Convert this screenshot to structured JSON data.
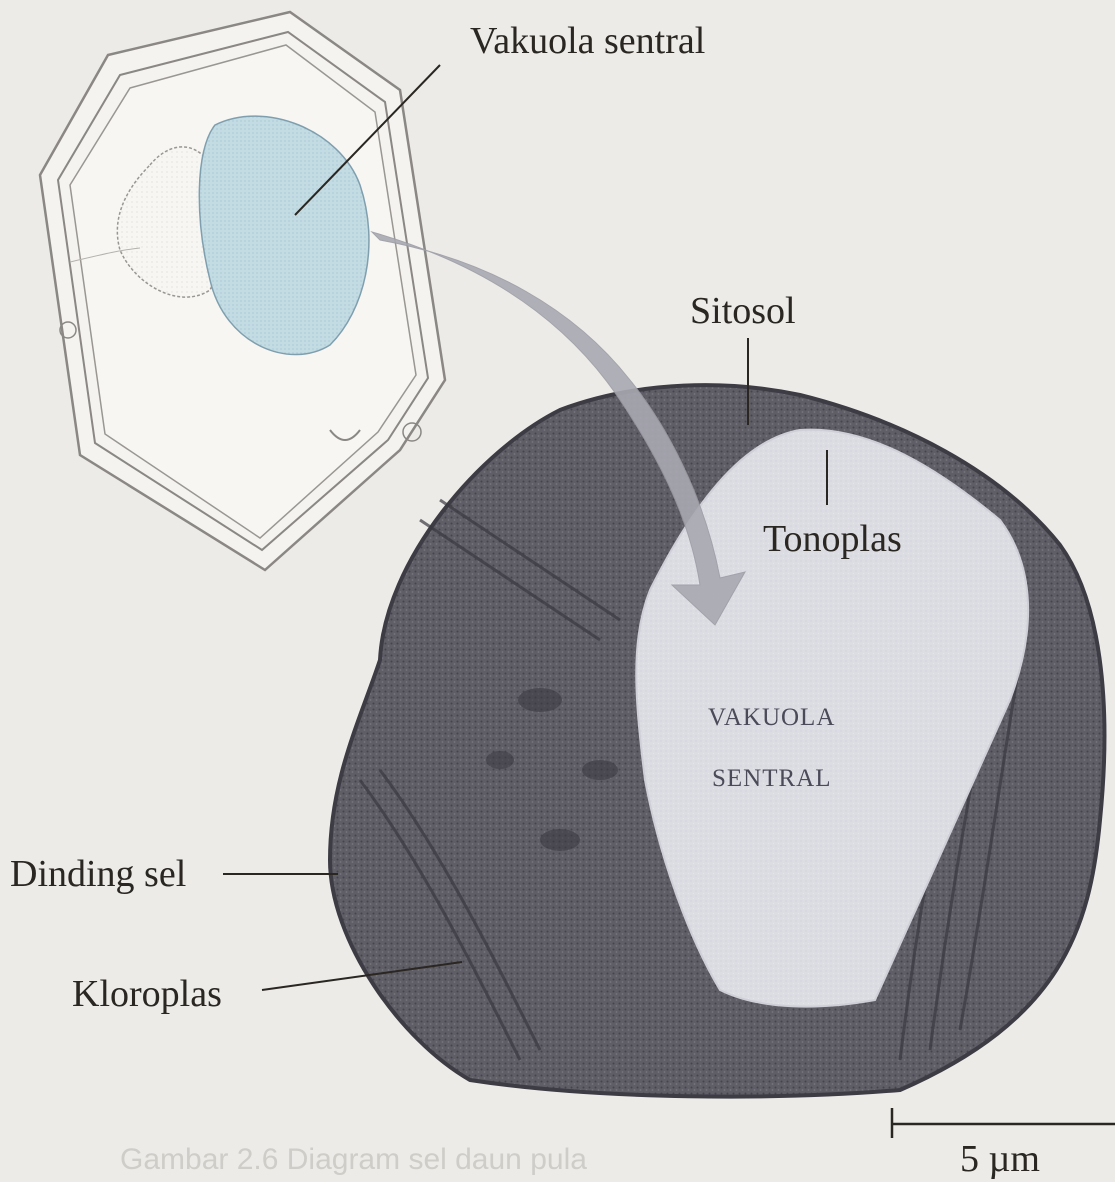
{
  "labels": {
    "vakuola_sentral": "Vakuola sentral",
    "sitosol": "Sitosol",
    "tonoplas": "Tonoplas",
    "vakuola_micro_line1": "VAKUOLA",
    "vakuola_micro_line2": "SENTRAL",
    "dinding_sel": "Dinding sel",
    "kloroplas": "Kloroplas",
    "scale_bar": "5 µm"
  },
  "faint_bleed_through": "Gambar 2.6 Diagram sel daun pula",
  "colors": {
    "background": "#ecebe8",
    "vacuole_sketch": "#bcd6e0",
    "micrograph_dark": "#5c5a62",
    "micrograph_vacuole": "#dedee4",
    "arrow": "#a9a9b2",
    "ink": "#2a2622"
  }
}
